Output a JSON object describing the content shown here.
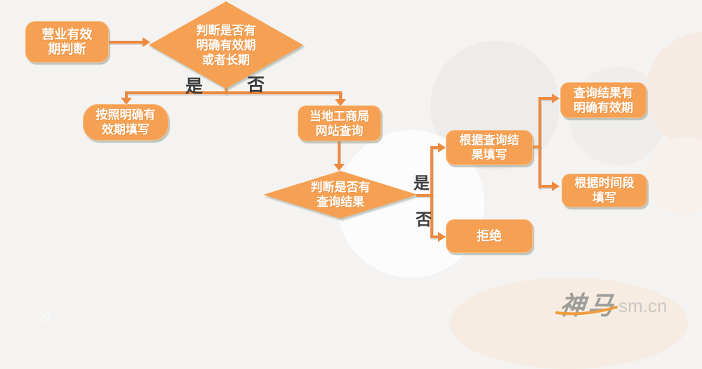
{
  "nodes": {
    "start": {
      "label": "营业有效\n期判断"
    },
    "decision_validity": {
      "label": "判断是否有\n明确有效期\n或者长期"
    },
    "fill_explicit": {
      "label": "按照明确有\n效期填写"
    },
    "website_query": {
      "label": "当地工商局\n网站查询"
    },
    "decision_result": {
      "label": "判断是否有\n查询结果"
    },
    "fill_by_result": {
      "label": "根据查询结\n果填写"
    },
    "reject": {
      "label": "拒绝"
    },
    "result_validity": {
      "label": "查询结果有\n明确有效期"
    },
    "fill_by_period": {
      "label": "根据时间段\n填写"
    }
  },
  "edge_labels": {
    "yes1": "是",
    "no1": "否",
    "yes2": "是",
    "no2": "否"
  },
  "watermark": {
    "logo": "神马",
    "domain": "sm.cn"
  },
  "footer": {
    "page_number": "20"
  },
  "colors": {
    "node_fill": "#f6a053",
    "connector": "#ed8a3f",
    "background": "#f4f3f1",
    "label_text": "#3c3c3c"
  }
}
